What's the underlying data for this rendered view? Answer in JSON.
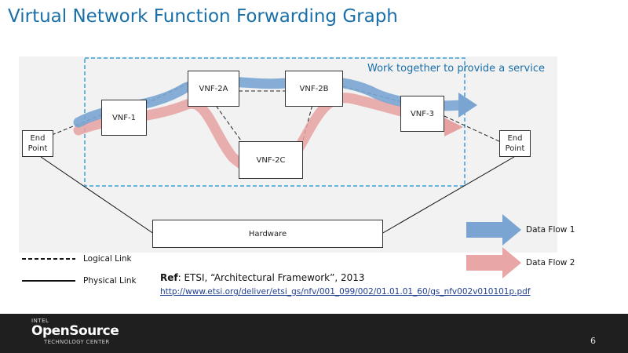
{
  "title": "Virtual Network Function Forwarding Graph",
  "service_label": "Work together to provide a service",
  "nodes": {
    "vnf1": "VNF-1",
    "vnf2a": "VNF-2A",
    "vnf2b": "VNF-2B",
    "vnf2c": "VNF-2C",
    "vnf3": "VNF-3",
    "endpoint_left": "End Point",
    "endpoint_right": "End Point",
    "hardware": "Hardware"
  },
  "legend": {
    "logical_link": "Logical Link",
    "physical_link": "Physical Link",
    "data_flow_1": "Data Flow 1",
    "data_flow_2": "Data Flow 2",
    "data_flow_1_color": "#7aa5d2",
    "data_flow_2_color": "#e8a6a6"
  },
  "reference": {
    "label": "Ref",
    "text": ": ETSI, “Architectural Framework”, 2013",
    "url": "http://www.etsi.org/deliver/etsi_gs/nfv/001_099/002/01.01.01_60/gs_nfv002v010101p.pdf"
  },
  "footer": {
    "logo_top": "INTEL",
    "logo_main": "OpenSource",
    "logo_sub": "TECHNOLOGY CENTER",
    "page_number": "6"
  }
}
